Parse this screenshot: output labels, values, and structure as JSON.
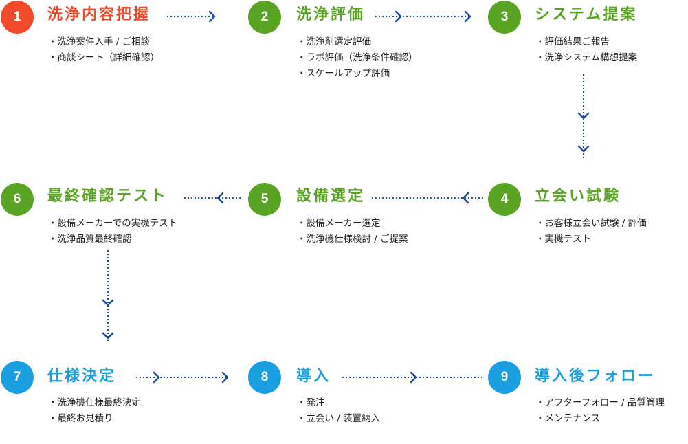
{
  "colors": {
    "red": "#f04a2a",
    "green": "#5aa424",
    "blue": "#1aa0e0",
    "arrow": "#1f4e9a"
  },
  "steps": [
    {
      "num": "1",
      "title": "洗浄内容把握",
      "color": "red",
      "items": [
        "洗浄案件入手 / ご相談",
        "商談シート（詳細確認）"
      ]
    },
    {
      "num": "2",
      "title": "洗浄評価",
      "color": "green",
      "items": [
        "洗浄剤選定評価",
        "ラボ評価（洗浄条件確認）",
        "スケールアップ評価"
      ]
    },
    {
      "num": "3",
      "title": "システム提案",
      "color": "green",
      "items": [
        "評価結果ご報告",
        "洗浄システム構想提案"
      ]
    },
    {
      "num": "4",
      "title": "立会い試験",
      "color": "green",
      "items": [
        "お客様立会い試験 / 評価",
        "実機テスト"
      ]
    },
    {
      "num": "5",
      "title": "設備選定",
      "color": "green",
      "items": [
        "設備メーカー選定",
        "洗浄機仕様検討 / ご提案"
      ]
    },
    {
      "num": "6",
      "title": "最終確認テスト",
      "color": "green",
      "items": [
        "設備メーカーでの実機テスト",
        "洗浄品質最終確認"
      ]
    },
    {
      "num": "7",
      "title": "仕様決定",
      "color": "blue",
      "items": [
        "洗浄機仕様最終決定",
        "最終お見積り"
      ]
    },
    {
      "num": "8",
      "title": "導入",
      "color": "blue",
      "items": [
        "発注",
        "立会い / 装置納入"
      ]
    },
    {
      "num": "9",
      "title": "導入後フォロー",
      "color": "blue",
      "items": [
        "アフターフォロー / 品質管理",
        "メンテナンス"
      ]
    }
  ]
}
